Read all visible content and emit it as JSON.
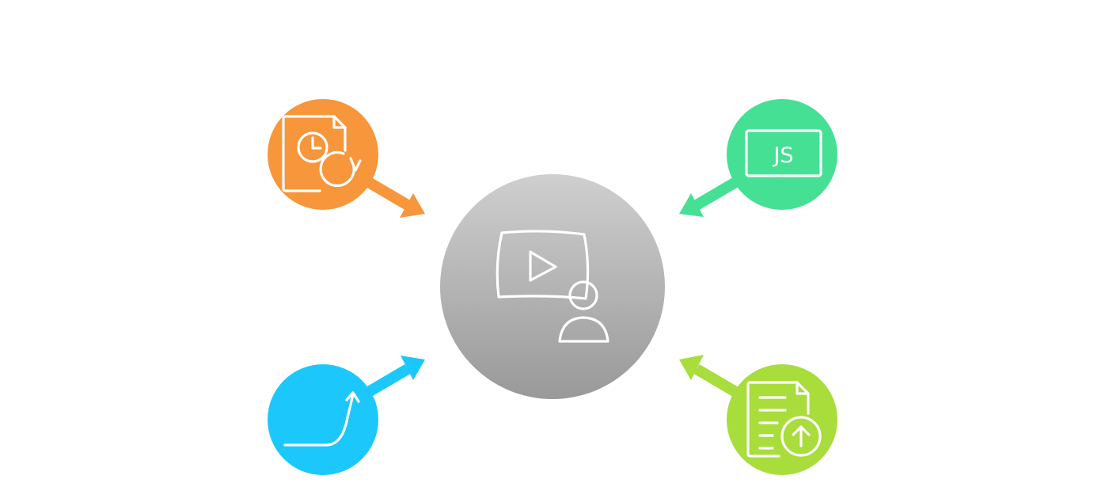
{
  "diagram": {
    "center_node": {
      "icon": "video-presenter-icon",
      "gradient_top": "#cfcfcf",
      "gradient_bottom": "#999999"
    },
    "satellites": [
      {
        "id": "top-left",
        "icon": "scheduled-file-refresh-icon",
        "color": "#f7963a",
        "arrow_direction": "toward-center"
      },
      {
        "id": "top-right",
        "icon": "javascript-icon",
        "color": "#46e095",
        "arrow_direction": "toward-center",
        "label": "JS"
      },
      {
        "id": "bottom-left",
        "icon": "growth-curve-icon",
        "color": "#1cc8fb",
        "arrow_direction": "toward-center"
      },
      {
        "id": "bottom-right",
        "icon": "file-upload-icon",
        "color": "#a8dd3b",
        "arrow_direction": "toward-center"
      }
    ]
  }
}
